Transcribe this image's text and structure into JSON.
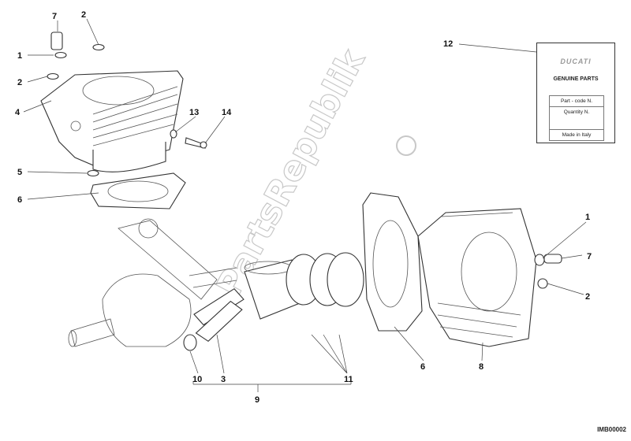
{
  "watermark": "PartsRepublik",
  "labels": {
    "top_7": "7",
    "top_2a": "2",
    "top_1": "1",
    "top_2b": "2",
    "top_4": "4",
    "top_13": "13",
    "top_14": "14",
    "top_5": "5",
    "top_6": "6",
    "card_12": "12",
    "r_1": "1",
    "r_7": "7",
    "r_2": "2",
    "b_10": "10",
    "b_3": "3",
    "b_11": "11",
    "b_6": "6",
    "b_8": "8",
    "b_9": "9"
  },
  "card": {
    "brand": "DUCATI",
    "genuine": "GENUINE PARTS",
    "part_code": "Part - code N.",
    "quantity": "Quantity N.",
    "made_in": "Made in Italy"
  },
  "drawing_code": "IMB00002"
}
